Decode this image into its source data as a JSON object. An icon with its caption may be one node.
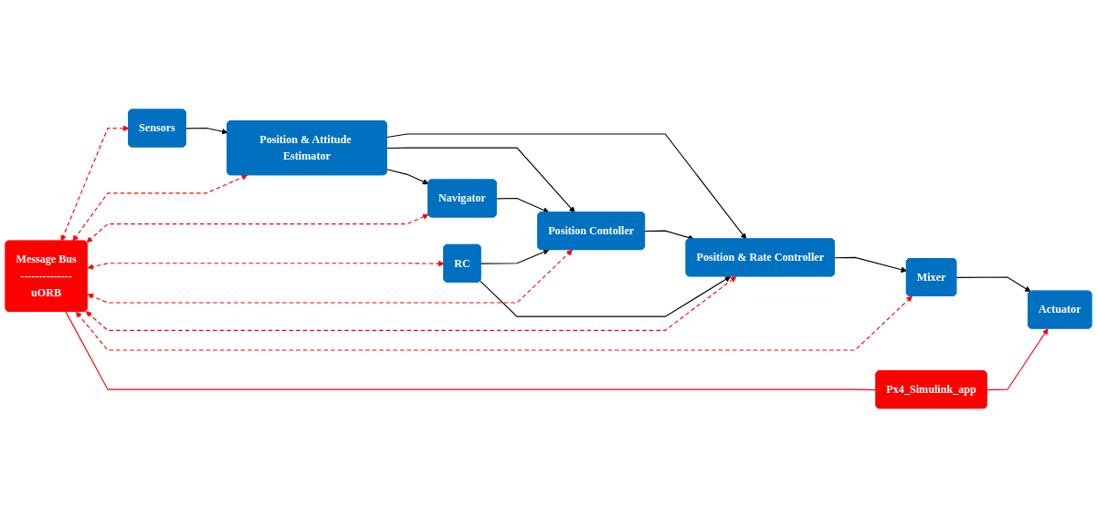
{
  "diagram": {
    "nodes": [
      {
        "text": [
          "Message Bus",
          "--------------",
          "uORB"
        ]
      },
      {
        "text": [
          "Px4_Simulink_app"
        ]
      },
      {
        "text": [
          "Sensors"
        ]
      },
      {
        "text": [
          "Position & Attitude Estimator"
        ]
      },
      {
        "text": [
          "Navigator"
        ]
      },
      {
        "text": [
          "Position Contoller"
        ]
      },
      {
        "text": [
          "Position & Rate Controller"
        ]
      },
      {
        "text": [
          "Mixer"
        ]
      },
      {
        "text": [
          "Actuator"
        ]
      },
      {
        "text": [
          "RC"
        ]
      }
    ],
    "edges": [
      {
        "from": 2,
        "to": 3,
        "arrow": "to"
      },
      {
        "from": 3,
        "to": 4,
        "arrow": "to"
      },
      {
        "from": 3,
        "to": 5,
        "arrow": "to"
      },
      {
        "from": 3,
        "to": 6,
        "arrow": "to"
      },
      {
        "from": 4,
        "to": 5,
        "arrow": "to"
      },
      {
        "from": 5,
        "to": 6,
        "arrow": "to"
      },
      {
        "from": 6,
        "to": 7,
        "arrow": "to"
      },
      {
        "from": 7,
        "to": 8,
        "arrow": "to"
      },
      {
        "from": 9,
        "to": 5,
        "arrow": "to"
      },
      {
        "from": 9,
        "to": 6,
        "arrow": "to"
      },
      {
        "from": 0,
        "to": 1,
        "arrow": "none",
        "color": "#ff0000"
      },
      {
        "from": 1,
        "to": 8,
        "arrow": "to",
        "color": "#ff0000"
      },
      {
        "from": 0,
        "to": 2,
        "arrow": "both",
        "style": "dashed",
        "color": "#ff0000"
      },
      {
        "from": 0,
        "to": 3,
        "arrow": "both",
        "style": "dashed",
        "color": "#ff0000"
      },
      {
        "from": 0,
        "to": 4,
        "arrow": "both",
        "style": "dashed",
        "color": "#ff0000"
      },
      {
        "from": 0,
        "to": 5,
        "arrow": "both",
        "style": "dashed",
        "color": "#ff0000"
      },
      {
        "from": 0,
        "to": 9,
        "arrow": "both",
        "style": "dashed",
        "color": "#ff0000"
      },
      {
        "from": 0,
        "to": 6,
        "arrow": "both",
        "style": "dashed",
        "color": "#ff0000"
      },
      {
        "from": 0,
        "to": 7,
        "arrow": "both",
        "style": "dashed",
        "color": "#ff0000"
      }
    ]
  }
}
